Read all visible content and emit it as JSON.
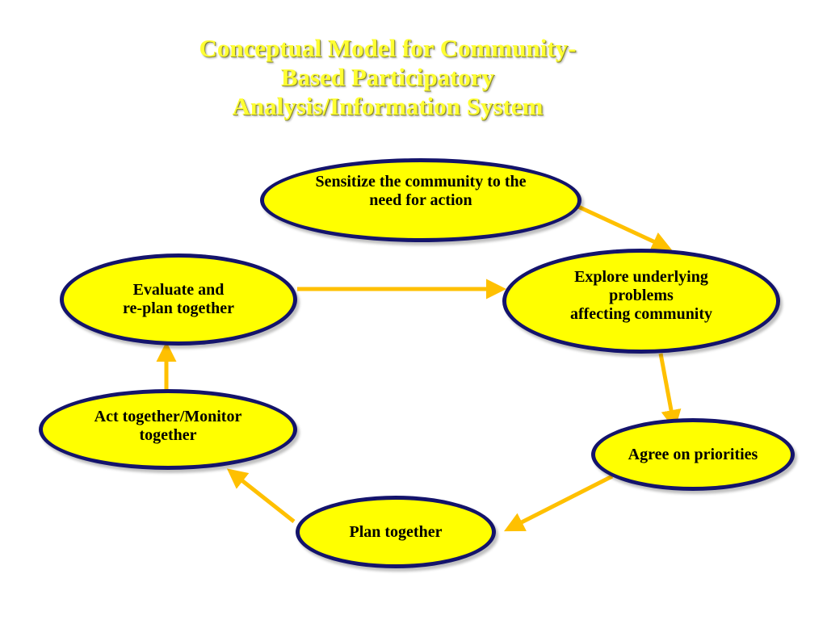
{
  "title": {
    "lines": [
      "Conceptual Model for Community-",
      "Based Participatory",
      "Analysis/Information System"
    ]
  },
  "colors": {
    "title": "#ffff33",
    "node_fill": "#ffff00",
    "node_border": "#14146b",
    "arrow": "#ffc000"
  },
  "nodes": [
    {
      "id": "sensitize",
      "lines": [
        "Sensitize the community to the",
        "need for action"
      ]
    },
    {
      "id": "explore",
      "lines": [
        "Explore underlying",
        "problems",
        "affecting community"
      ]
    },
    {
      "id": "agree",
      "lines": [
        "Agree on priorities"
      ]
    },
    {
      "id": "plan",
      "lines": [
        "Plan together"
      ]
    },
    {
      "id": "act",
      "lines": [
        "Act together/Monitor",
        "together"
      ]
    },
    {
      "id": "evaluate",
      "lines": [
        "Evaluate and",
        "re-plan together"
      ]
    }
  ],
  "edges": [
    {
      "from": "sensitize",
      "to": "explore"
    },
    {
      "from": "explore",
      "to": "agree"
    },
    {
      "from": "agree",
      "to": "plan"
    },
    {
      "from": "plan",
      "to": "act"
    },
    {
      "from": "act",
      "to": "evaluate"
    },
    {
      "from": "evaluate",
      "to": "explore"
    }
  ]
}
